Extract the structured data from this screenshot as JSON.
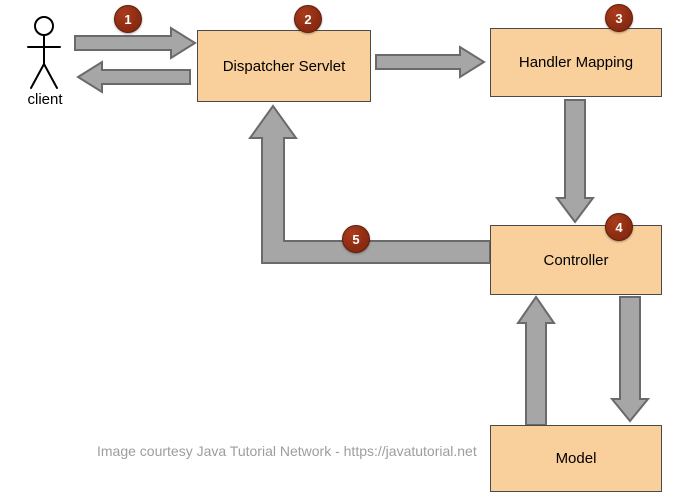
{
  "diagram": {
    "client_label": "client",
    "nodes": [
      {
        "id": "dispatcher-servlet",
        "label": "Dispatcher Servlet"
      },
      {
        "id": "handler-mapping",
        "label": "Handler Mapping"
      },
      {
        "id": "controller",
        "label": "Controller"
      },
      {
        "id": "model",
        "label": "Model"
      }
    ],
    "steps": [
      "1",
      "2",
      "3",
      "4",
      "5"
    ],
    "caption": "Image courtesy Java Tutorial Network - https://javatutorial.net",
    "colors": {
      "box_fill": "#F9CF9C",
      "box_border": "#4A4A4A",
      "badge_fill": "#8E2D12",
      "badge_text": "#FFFFFF",
      "arrow_fill": "#A6A6A6",
      "arrow_border": "#6A6A6A",
      "caption_text": "#9D9D9D"
    }
  }
}
